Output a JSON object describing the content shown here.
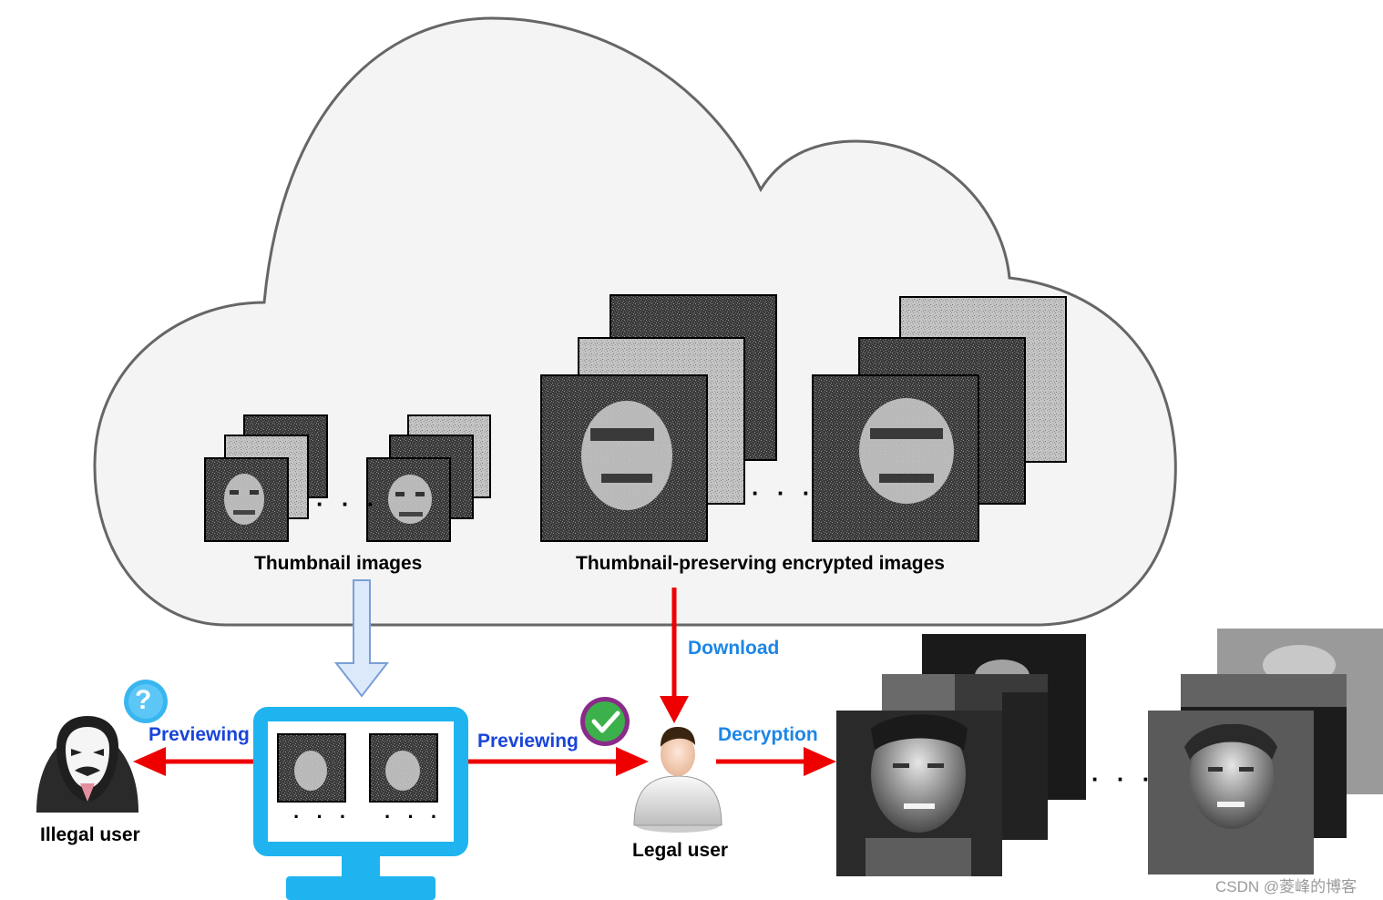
{
  "labels": {
    "thumbnail_images": "Thumbnail images",
    "encrypted_images": "Thumbnail-preserving encrypted images",
    "download": "Download",
    "previewing_left": "Previewing",
    "previewing_right": "Previewing",
    "decryption": "Decryption",
    "illegal_user": "Illegal user",
    "legal_user": "Legal user",
    "ellipsis": "· · ·",
    "question_mark": "?"
  },
  "watermark": "CSDN @菱峰的博客",
  "colors": {
    "cloud_fill": "#f4f4f4",
    "cloud_stroke": "#666666",
    "red_arrow": "#ee0000",
    "light_blue_arrow": "#dce9fb",
    "monitor": "#1fb4ef",
    "check_badge": "#3cb04a",
    "question_badge": "#39b6f0"
  },
  "icons": [
    "cloud-icon",
    "monitor-icon",
    "hacker-mask-icon",
    "user-avatar-icon",
    "check-badge-icon",
    "question-badge-icon"
  ]
}
